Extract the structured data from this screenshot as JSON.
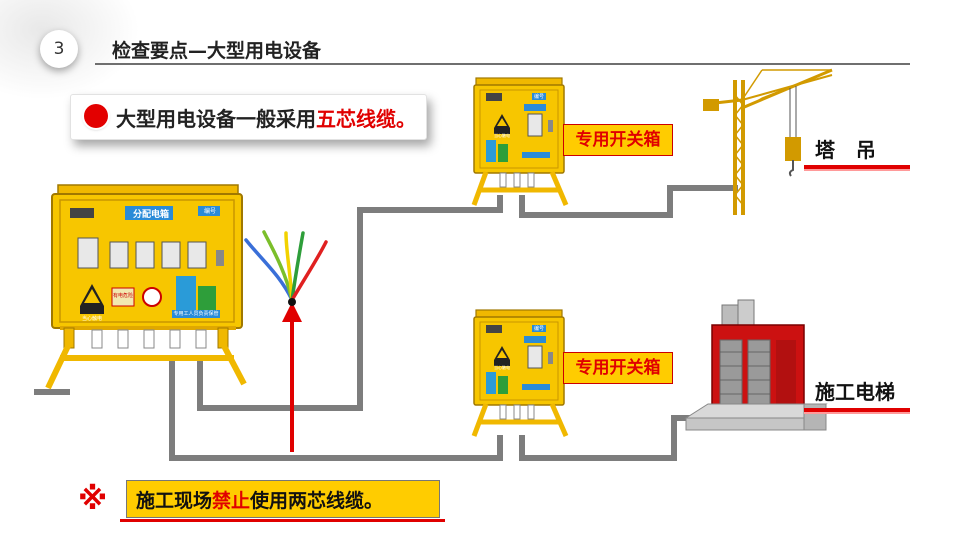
{
  "header": {
    "section_number": "3",
    "title": "检查要点—大型用电设备"
  },
  "callout": {
    "prefix": "大型用电设备一般采用",
    "highlight": "五芯线缆。"
  },
  "distribution_box": {
    "title": "分配电箱",
    "tag": "编号",
    "warning_label": "当心触电",
    "sign_label": "有电危险",
    "bottom_note": "专用工人员负责保管"
  },
  "switch_box": {
    "label": "专用开关箱",
    "tag": "编号",
    "sign_label": "当心触电",
    "bottom_note": "专用工人员负责保管"
  },
  "equipment": {
    "tower_crane": "塔   吊",
    "elevator": "施工电梯"
  },
  "note": {
    "prefix": "施工现场",
    "highlight": "禁止",
    "suffix": "使用两芯线缆。",
    "mark": "※"
  },
  "colors": {
    "accent_red": "#e00000",
    "box_yellow": "#f7c600",
    "cable_gray": "#7d7d7d",
    "label_yellow": "#ffcc00",
    "wire_colors": [
      "#3a6fd8",
      "#2e9e3a",
      "#f2d200",
      "#e02020",
      "#7bbf2a"
    ]
  }
}
